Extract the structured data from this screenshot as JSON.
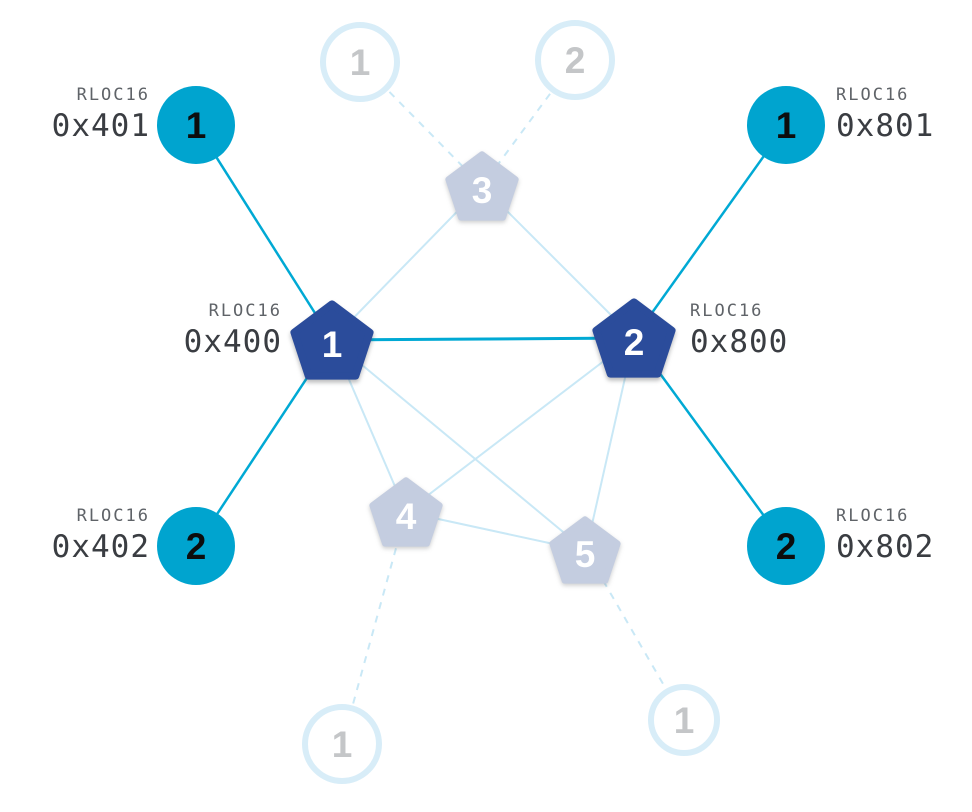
{
  "diagram": {
    "colors": {
      "router_active": "#2b4c9b",
      "router_muted": "#c4cde0",
      "device_active": "#00a4cf",
      "device_muted_ring": "#d8edf8",
      "device_muted_text": "#c4c6c8",
      "link_active": "#00a9d4",
      "link_muted": "#c9e8f6",
      "number_dark": "#0d0d0d",
      "number_light": "#ffffff",
      "label_color": "#5f6368",
      "hex_color": "#3a3d42",
      "background": "#ffffff"
    },
    "routers": [
      {
        "id": "r1",
        "label": "1",
        "state": "active",
        "rloc_title": "RLOC16",
        "rloc16": "0x400"
      },
      {
        "id": "r2",
        "label": "2",
        "state": "active",
        "rloc_title": "RLOC16",
        "rloc16": "0x800"
      },
      {
        "id": "r3",
        "label": "3",
        "state": "muted"
      },
      {
        "id": "r4",
        "label": "4",
        "state": "muted"
      },
      {
        "id": "r5",
        "label": "5",
        "state": "muted"
      }
    ],
    "end_devices": [
      {
        "id": "d1",
        "label": "1",
        "state": "active",
        "rloc_title": "RLOC16",
        "rloc16": "0x401"
      },
      {
        "id": "d2",
        "label": "2",
        "state": "active",
        "rloc_title": "RLOC16",
        "rloc16": "0x402"
      },
      {
        "id": "d3",
        "label": "1",
        "state": "active",
        "rloc_title": "RLOC16",
        "rloc16": "0x801"
      },
      {
        "id": "d4",
        "label": "2",
        "state": "active",
        "rloc_title": "RLOC16",
        "rloc16": "0x802"
      },
      {
        "id": "d5",
        "label": "1",
        "state": "muted"
      },
      {
        "id": "d6",
        "label": "2",
        "state": "muted"
      },
      {
        "id": "d7",
        "label": "1",
        "state": "muted"
      },
      {
        "id": "d8",
        "label": "1",
        "state": "muted"
      }
    ],
    "links": [
      {
        "from": "d1",
        "to": "r1",
        "style": "active"
      },
      {
        "from": "d2",
        "to": "r1",
        "style": "active"
      },
      {
        "from": "d3",
        "to": "r2",
        "style": "active"
      },
      {
        "from": "d4",
        "to": "r2",
        "style": "active"
      },
      {
        "from": "r1",
        "to": "r2",
        "style": "active"
      },
      {
        "from": "r3",
        "to": "r1",
        "style": "muted"
      },
      {
        "from": "r3",
        "to": "r2",
        "style": "muted"
      },
      {
        "from": "r1",
        "to": "r4",
        "style": "muted"
      },
      {
        "from": "r1",
        "to": "r5",
        "style": "muted"
      },
      {
        "from": "r2",
        "to": "r4",
        "style": "muted"
      },
      {
        "from": "r2",
        "to": "r5",
        "style": "muted"
      },
      {
        "from": "r4",
        "to": "r5",
        "style": "muted"
      },
      {
        "from": "d5",
        "to": "r3",
        "style": "dashed"
      },
      {
        "from": "d6",
        "to": "r3",
        "style": "dashed"
      },
      {
        "from": "d7",
        "to": "r4",
        "style": "dashed"
      },
      {
        "from": "d8",
        "to": "r5",
        "style": "dashed"
      }
    ]
  }
}
